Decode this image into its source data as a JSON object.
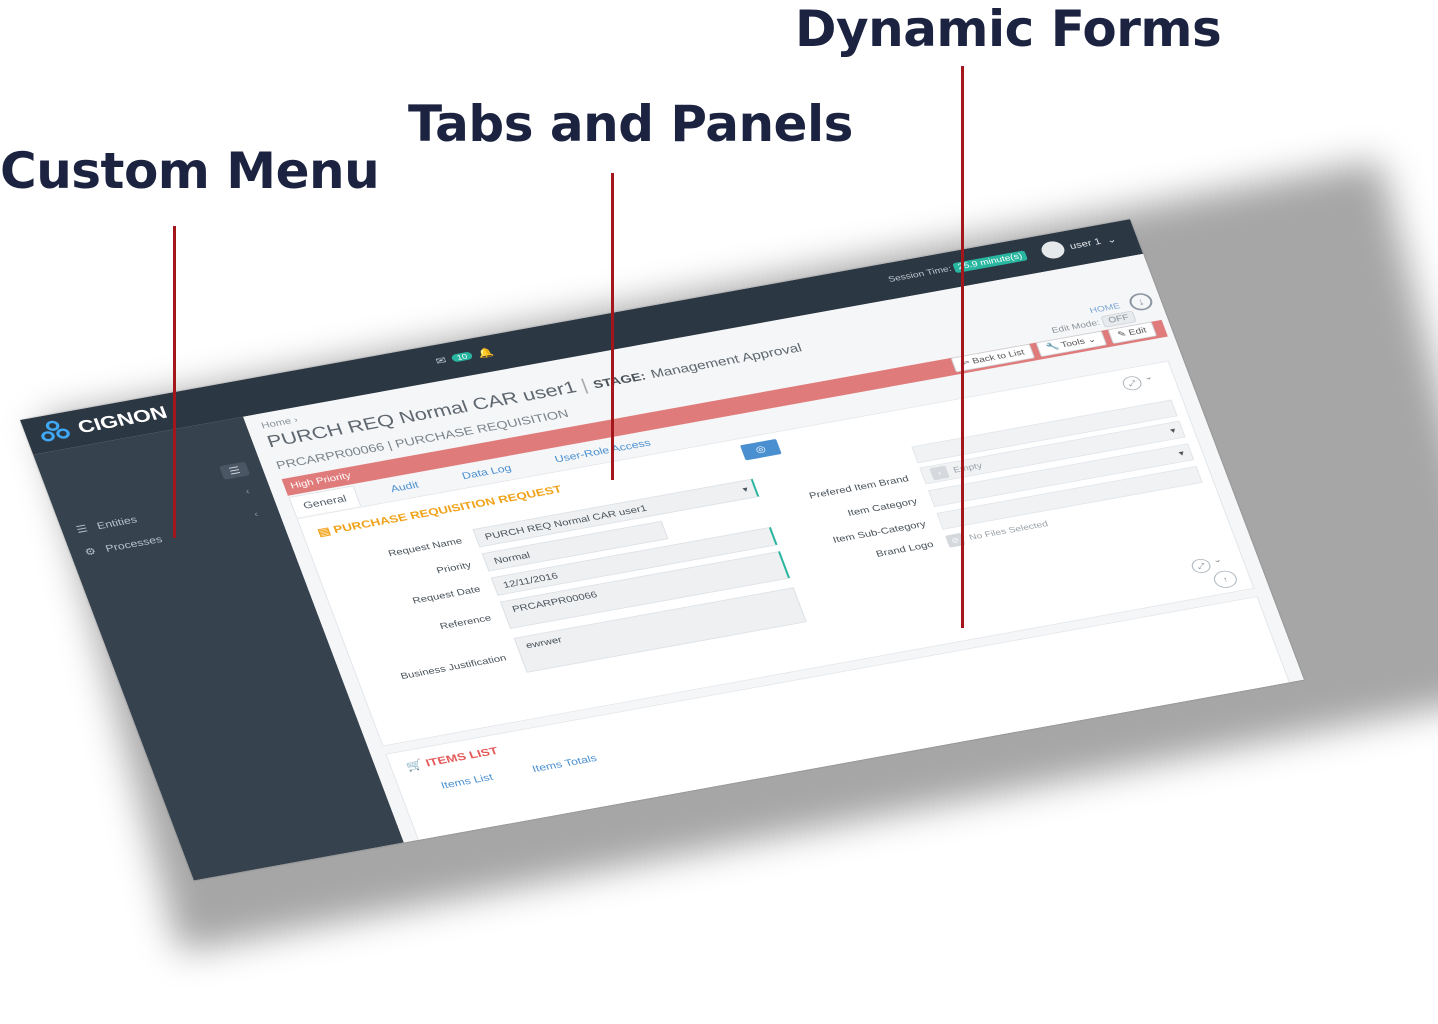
{
  "callouts": {
    "custom_menu": "Custom Menu",
    "tabs_panels": "Tabs and Panels",
    "dynamic_forms": "Dynamic Forms"
  },
  "app": {
    "logo_text": "CIGNON",
    "notifications_count": "10",
    "session_label": "Session Time:",
    "session_value": "25.9 minute(s)",
    "user_name": "user 1",
    "home_label": "HOME",
    "edit_mode_label": "Edit Mode:",
    "edit_mode_value": "OFF"
  },
  "sidebar": {
    "items": [
      {
        "label": "Entities",
        "icon": "list-icon"
      },
      {
        "label": "Processes",
        "icon": "gears-icon"
      }
    ]
  },
  "header": {
    "breadcrumb": "Home",
    "title": "PURCH REQ Normal CAR user1",
    "stage_label": "STAGE:",
    "stage_value": "Management Approval",
    "subtitle": "PRCARPR00066 | PURCHASE REQUISITION",
    "priority_badge": "High Priority"
  },
  "actions": {
    "back": "Back to List",
    "tools": "Tools",
    "edit": "Edit"
  },
  "tabs": [
    "General",
    "Audit",
    "Data Log",
    "User-Role Access"
  ],
  "form": {
    "section_title": "PURCHASE REQUISITION REQUEST",
    "fields": [
      {
        "label": "Request Name",
        "value": "PURCH REQ Normal CAR user1"
      },
      {
        "label": "Priority",
        "value": "Normal"
      },
      {
        "label": "Request Date",
        "value": "12/11/2016"
      },
      {
        "label": "Reference",
        "value": "PRCARPR00066"
      },
      {
        "label": "Business Justification",
        "value": "ewrwer"
      }
    ],
    "right_fields": [
      {
        "label": "Prefered Item Brand",
        "value": "Empty"
      },
      {
        "label": "Item Category",
        "value": ""
      },
      {
        "label": "Item Sub-Category",
        "value": ""
      },
      {
        "label": "Brand Logo",
        "value": "No Files Selected"
      }
    ]
  },
  "items_panel": {
    "title": "ITEMS LIST",
    "tabs": [
      "Items List",
      "Items Totals"
    ]
  },
  "colors": {
    "topbar": "#2c3744",
    "sidebar": "#36424e",
    "priority": "#e07b7b",
    "section_accent": "#f0a31a",
    "items_accent": "#e55a5a",
    "link": "#4a90d0",
    "callout_line": "#a3161c",
    "callout_text": "#1b2340"
  }
}
